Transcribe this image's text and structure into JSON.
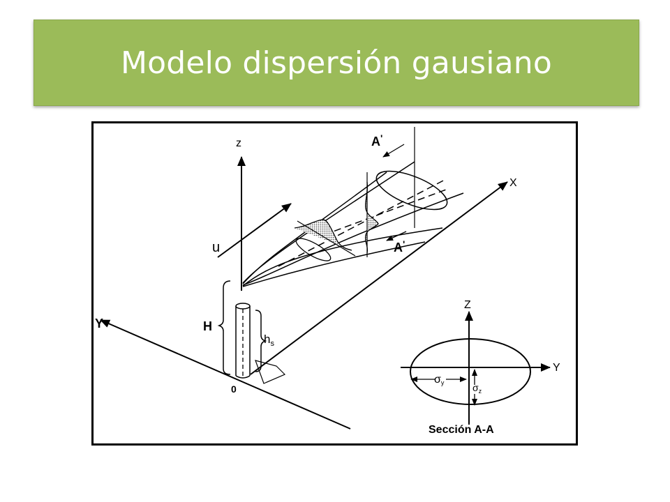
{
  "slide": {
    "title": "Modelo dispersión gausiano"
  },
  "diagram": {
    "labels": {
      "z_axis": "z",
      "x_axis": "X",
      "y_axis": "Y",
      "origin": "0",
      "wind": "u",
      "effective_height": "H",
      "stack_height": "h",
      "stack_height_sub": "s",
      "section_top": "A",
      "section_top_prime": "'",
      "section_bottom": "A",
      "section_bottom_prime": "'"
    },
    "cross_section": {
      "z_axis": "Z",
      "y_axis": "Y",
      "sigma_y": "σ",
      "sigma_y_sub": "y",
      "sigma_z": "σ",
      "sigma_z_sub": "z",
      "caption": "Sección A-A"
    }
  }
}
